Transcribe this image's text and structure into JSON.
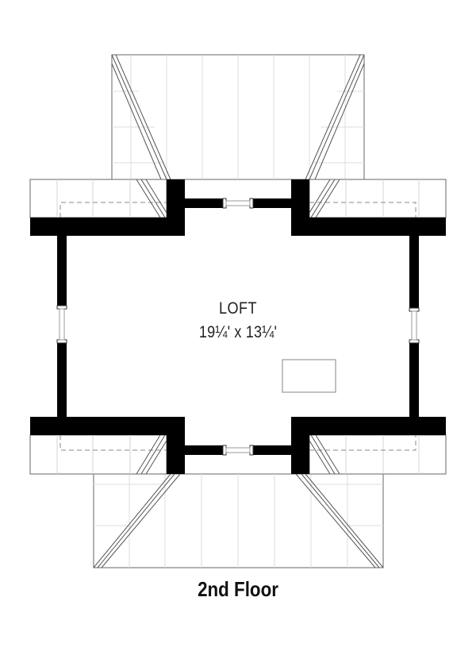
{
  "plan": {
    "title": "2nd Floor",
    "rooms": [
      {
        "name": "LOFT",
        "dimensions": "19¼' x 13¼'"
      }
    ],
    "elements": {
      "skylight": "skylight-outline",
      "windows": [
        "top-window",
        "bottom-window",
        "left-window",
        "right-window"
      ],
      "dormers": [
        "top-dormer-roof",
        "bottom-dormer-roof"
      ],
      "bays": [
        "upper-left-bay",
        "upper-right-bay",
        "lower-left-bay",
        "lower-right-bay"
      ]
    },
    "colors": {
      "wall": "#000000",
      "roof_line": "#555555",
      "grid_line": "#d6d6d6",
      "dashed_line": "#888888",
      "background": "#ffffff"
    }
  }
}
